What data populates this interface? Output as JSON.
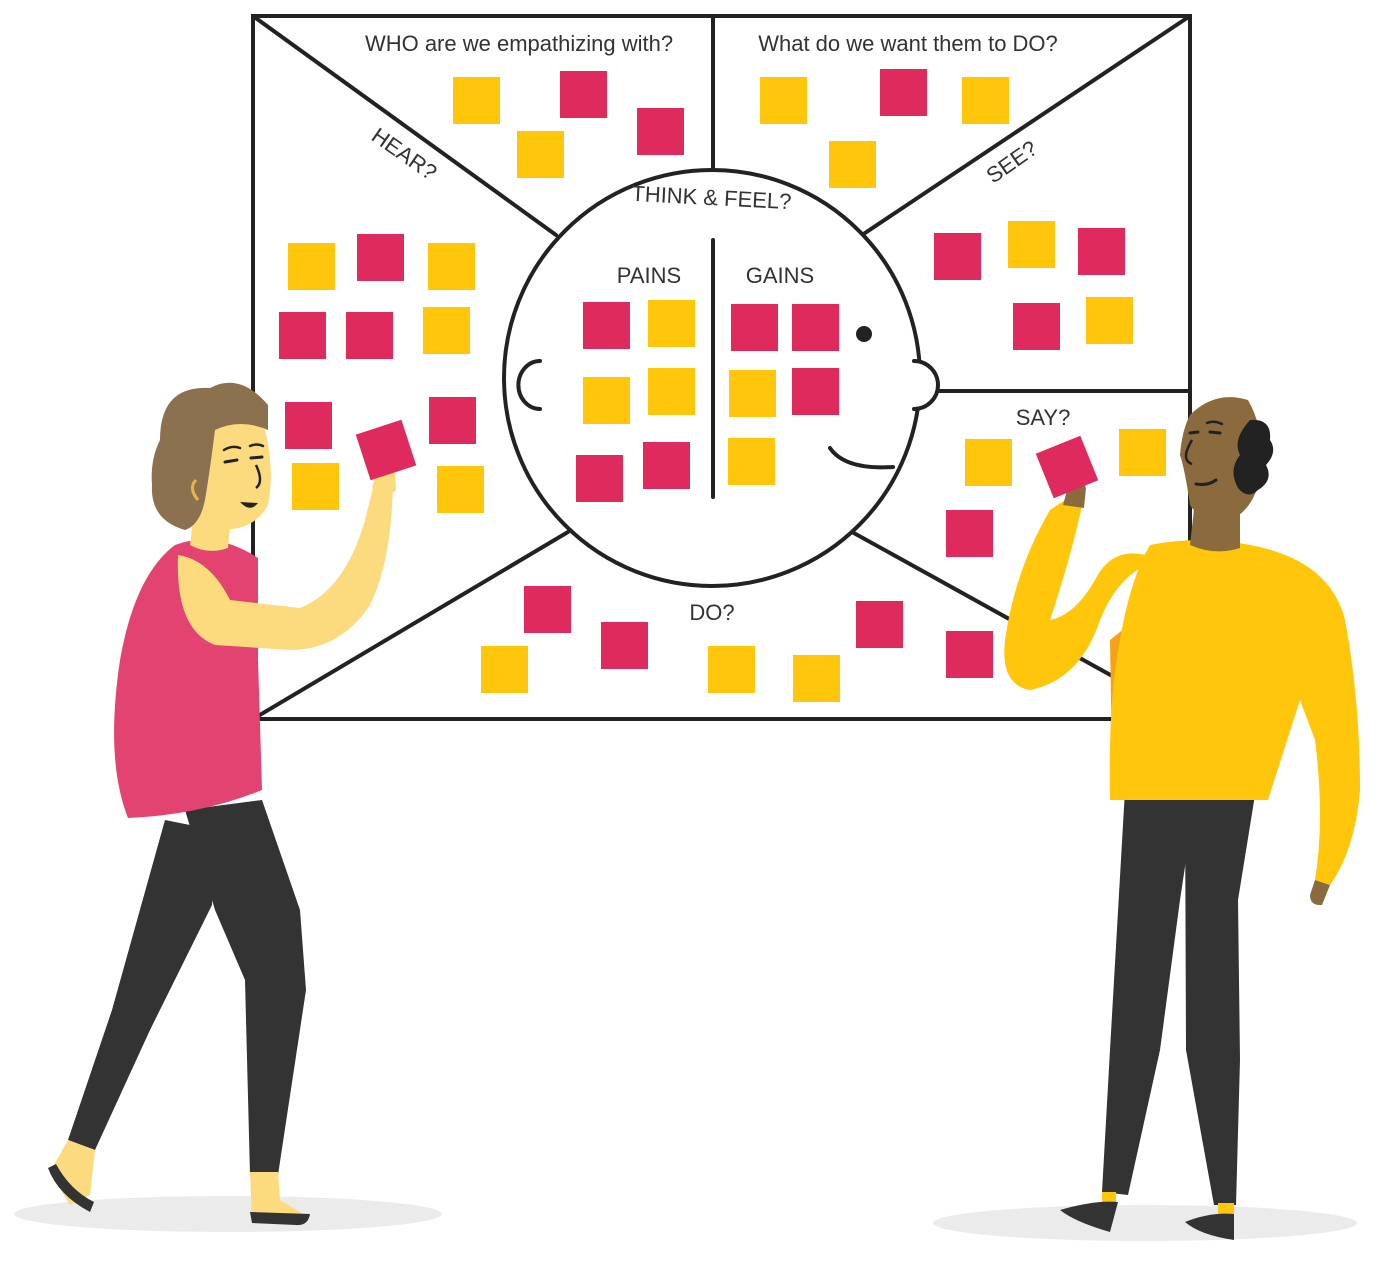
{
  "colors": {
    "line": "#222222",
    "note_yellow": "#FFC60B",
    "note_pink": "#DF2A5D",
    "shirt_pink": "#E24370",
    "sweater_yellow": "#FFC60B",
    "skin_light": "#FCDB7E",
    "skin_dark": "#8B6B3E",
    "hair_brown": "#8C7150",
    "pants": "#333333",
    "shadow": "#EBEBEB"
  },
  "map": {
    "who_label": "WHO are we empathizing with?",
    "goal_label": "What do we want them to DO?",
    "hear_label": "HEAR?",
    "see_label": "SEE?",
    "think_feel_label": "THINK & FEEL?",
    "pains_label": "PAINS",
    "gains_label": "GAINS",
    "say_label": "SAY?",
    "do_label": "DO?"
  }
}
